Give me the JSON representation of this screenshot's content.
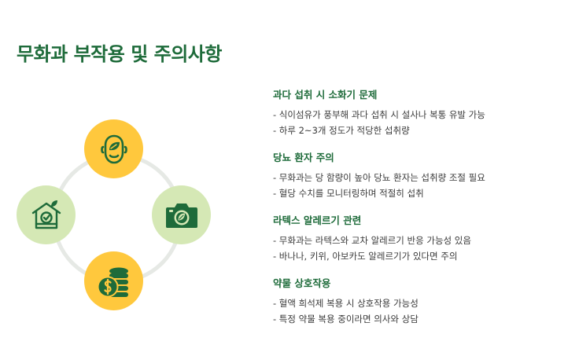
{
  "page": {
    "title": "무화과 부작용 및 주의사항"
  },
  "diagram": {
    "nodes": [
      {
        "id": "top",
        "icon": "face-leaf-icon",
        "color": "#ffc83d"
      },
      {
        "id": "left",
        "icon": "home-check-icon",
        "color": "#d5e8b5"
      },
      {
        "id": "right",
        "icon": "camera-leaf-icon",
        "color": "#d5e8b5"
      },
      {
        "id": "bottom",
        "icon": "coins-dollar-icon",
        "color": "#ffc83d"
      }
    ],
    "ring_color": "#e6e9e5",
    "icon_color": "#1e6b3a"
  },
  "sections": [
    {
      "heading": "과다 섭취 시 소화기 문제",
      "items": [
        "- 식이섬유가 풍부해 과다 섭취 시 설사나 복통 유발 가능",
        "- 하루 2~3개 정도가 적당한 섭취량"
      ]
    },
    {
      "heading": "당뇨 환자 주의",
      "items": [
        "- 무화과는 당 함량이 높아 당뇨 환자는 섭취량 조절 필요",
        "- 혈당 수치를 모니터링하며 적절히 섭취"
      ]
    },
    {
      "heading": "라텍스 알레르기 관련",
      "items": [
        "- 무화과는 라텍스와 교차 알레르기 반응 가능성 있음",
        "- 바나나, 키위, 아보카도 알레르기가 있다면 주의"
      ]
    },
    {
      "heading": "약물 상호작용",
      "items": [
        "- 혈액 희석제 복용 시 상호작용 가능성",
        "- 특정 약물 복용 중이라면 의사와 상담"
      ]
    }
  ]
}
